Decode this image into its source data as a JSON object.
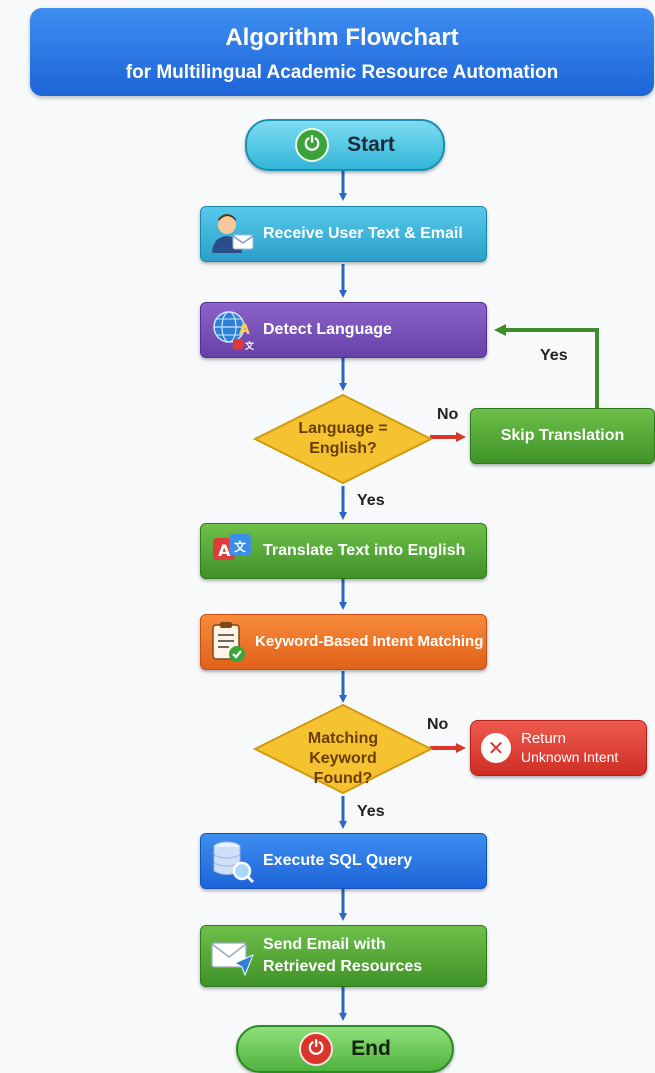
{
  "header": {
    "title": "Algorithm Flowchart",
    "subtitle": "for Multilingual Academic Resource Automation"
  },
  "nodes": {
    "start": "Start",
    "receive": "Receive User Text & Email",
    "detect": "Detect Language",
    "decision_language": "Language = English?",
    "skip": "Skip Translation",
    "translate": "Translate Text into English",
    "intent": "Keyword-Based Intent Matching",
    "decision_keyword": "Matching Keyword Found?",
    "return_unknown_line1": "Return",
    "return_unknown_line2": "Unknown Intent",
    "sql": "Execute SQL Query",
    "email_line1": "Send Email with",
    "email_line2": "Retrieved Resources",
    "end": "End"
  },
  "edge_labels": {
    "lang_no": "No",
    "lang_yes": "Yes",
    "skip_yes": "Yes",
    "kw_no": "No",
    "kw_yes": "Yes"
  },
  "icons": {
    "start": "power-icon",
    "receive": "user-email-icon",
    "detect": "globe-language-icon",
    "translate": "translate-icon",
    "intent": "clipboard-check-icon",
    "return_unknown": "close-icon",
    "sql": "database-search-icon",
    "email": "envelope-send-icon",
    "end": "power-icon"
  },
  "colors": {
    "banner": "#1e64d8",
    "start": "#33b5d8",
    "receive": "#2b9fc9",
    "detect": "#6842a8",
    "decision": "#f5c230",
    "translate": "#3f9227",
    "intent": "#e0621a",
    "return_unknown": "#cf2e25",
    "sql": "#1e64d8",
    "email": "#3f9227",
    "end": "#4fb23e",
    "arrow": "#2a66c4",
    "no_arrow": "#d9352b",
    "loop_arrow": "#3f8c2a"
  }
}
